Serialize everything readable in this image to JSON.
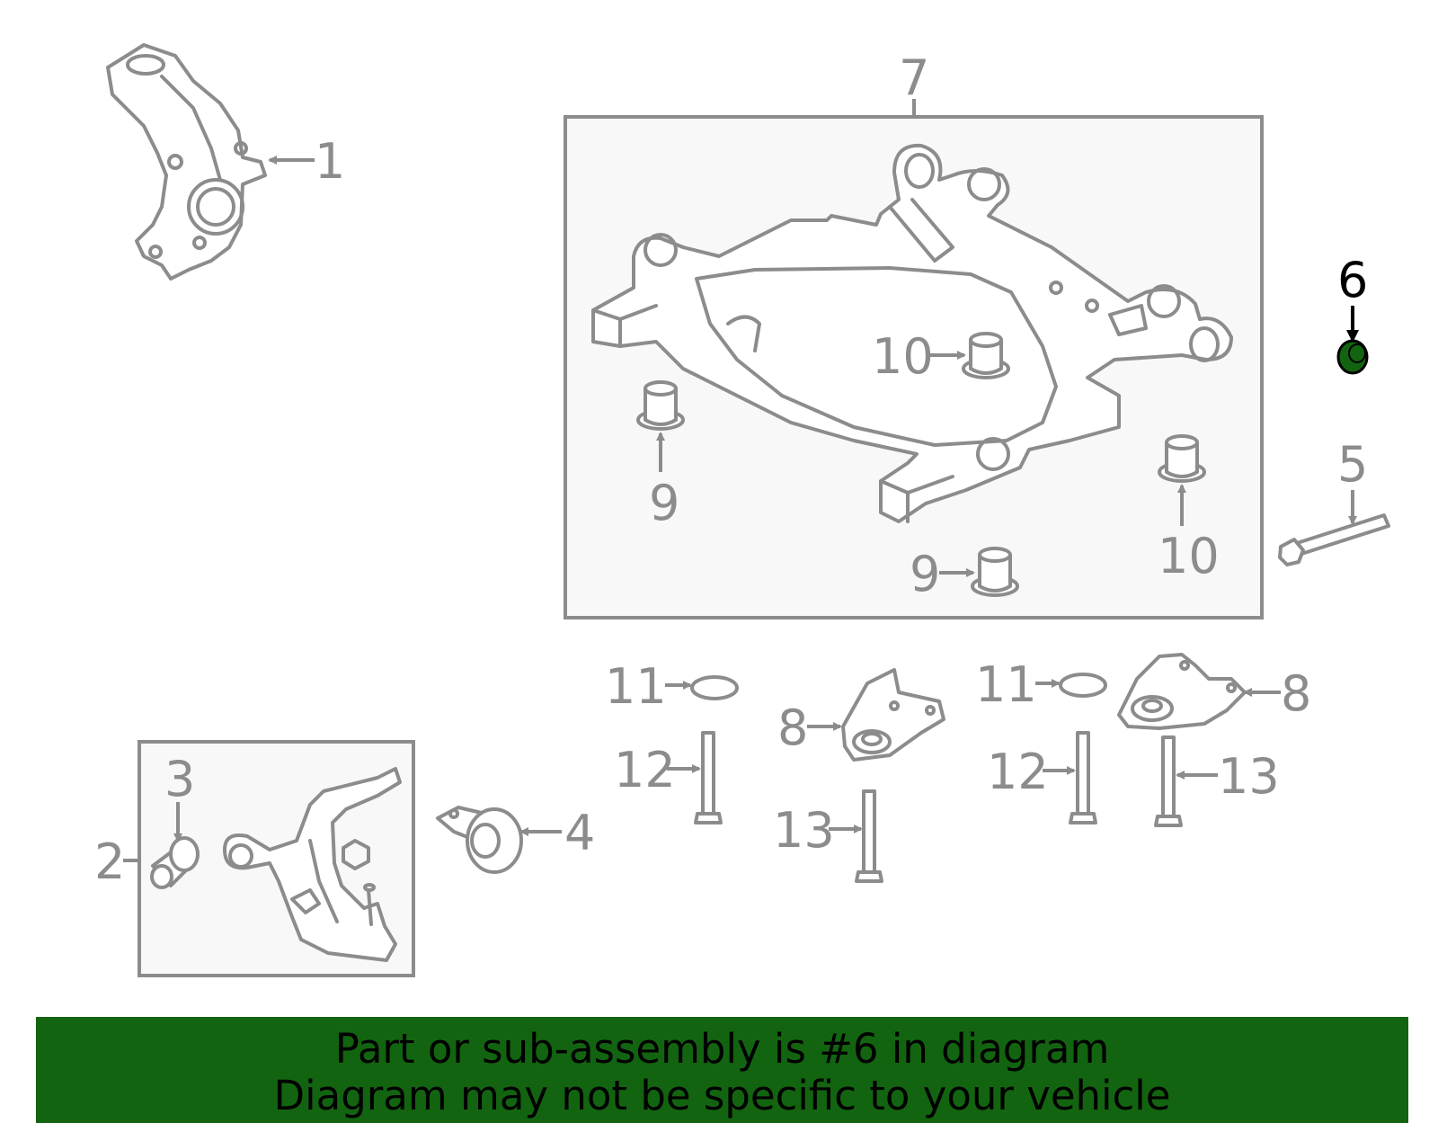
{
  "highlight_color": "#136410",
  "diagram_stroke_color": "#8c8c8c",
  "callouts": {
    "c1": "1",
    "c2": "2",
    "c3": "3",
    "c4": "4",
    "c5": "5",
    "c6": "6",
    "c7": "7",
    "c8a": "8",
    "c8b": "8",
    "c9a": "9",
    "c9b": "9",
    "c10a": "10",
    "c10b": "10",
    "c11a": "11",
    "c11b": "11",
    "c12a": "12",
    "c12b": "12",
    "c13a": "13",
    "c13b": "13"
  },
  "banner": {
    "line1": "Part or sub-assembly is #6 in diagram",
    "line2": "Diagram may not be specific to your vehicle"
  }
}
